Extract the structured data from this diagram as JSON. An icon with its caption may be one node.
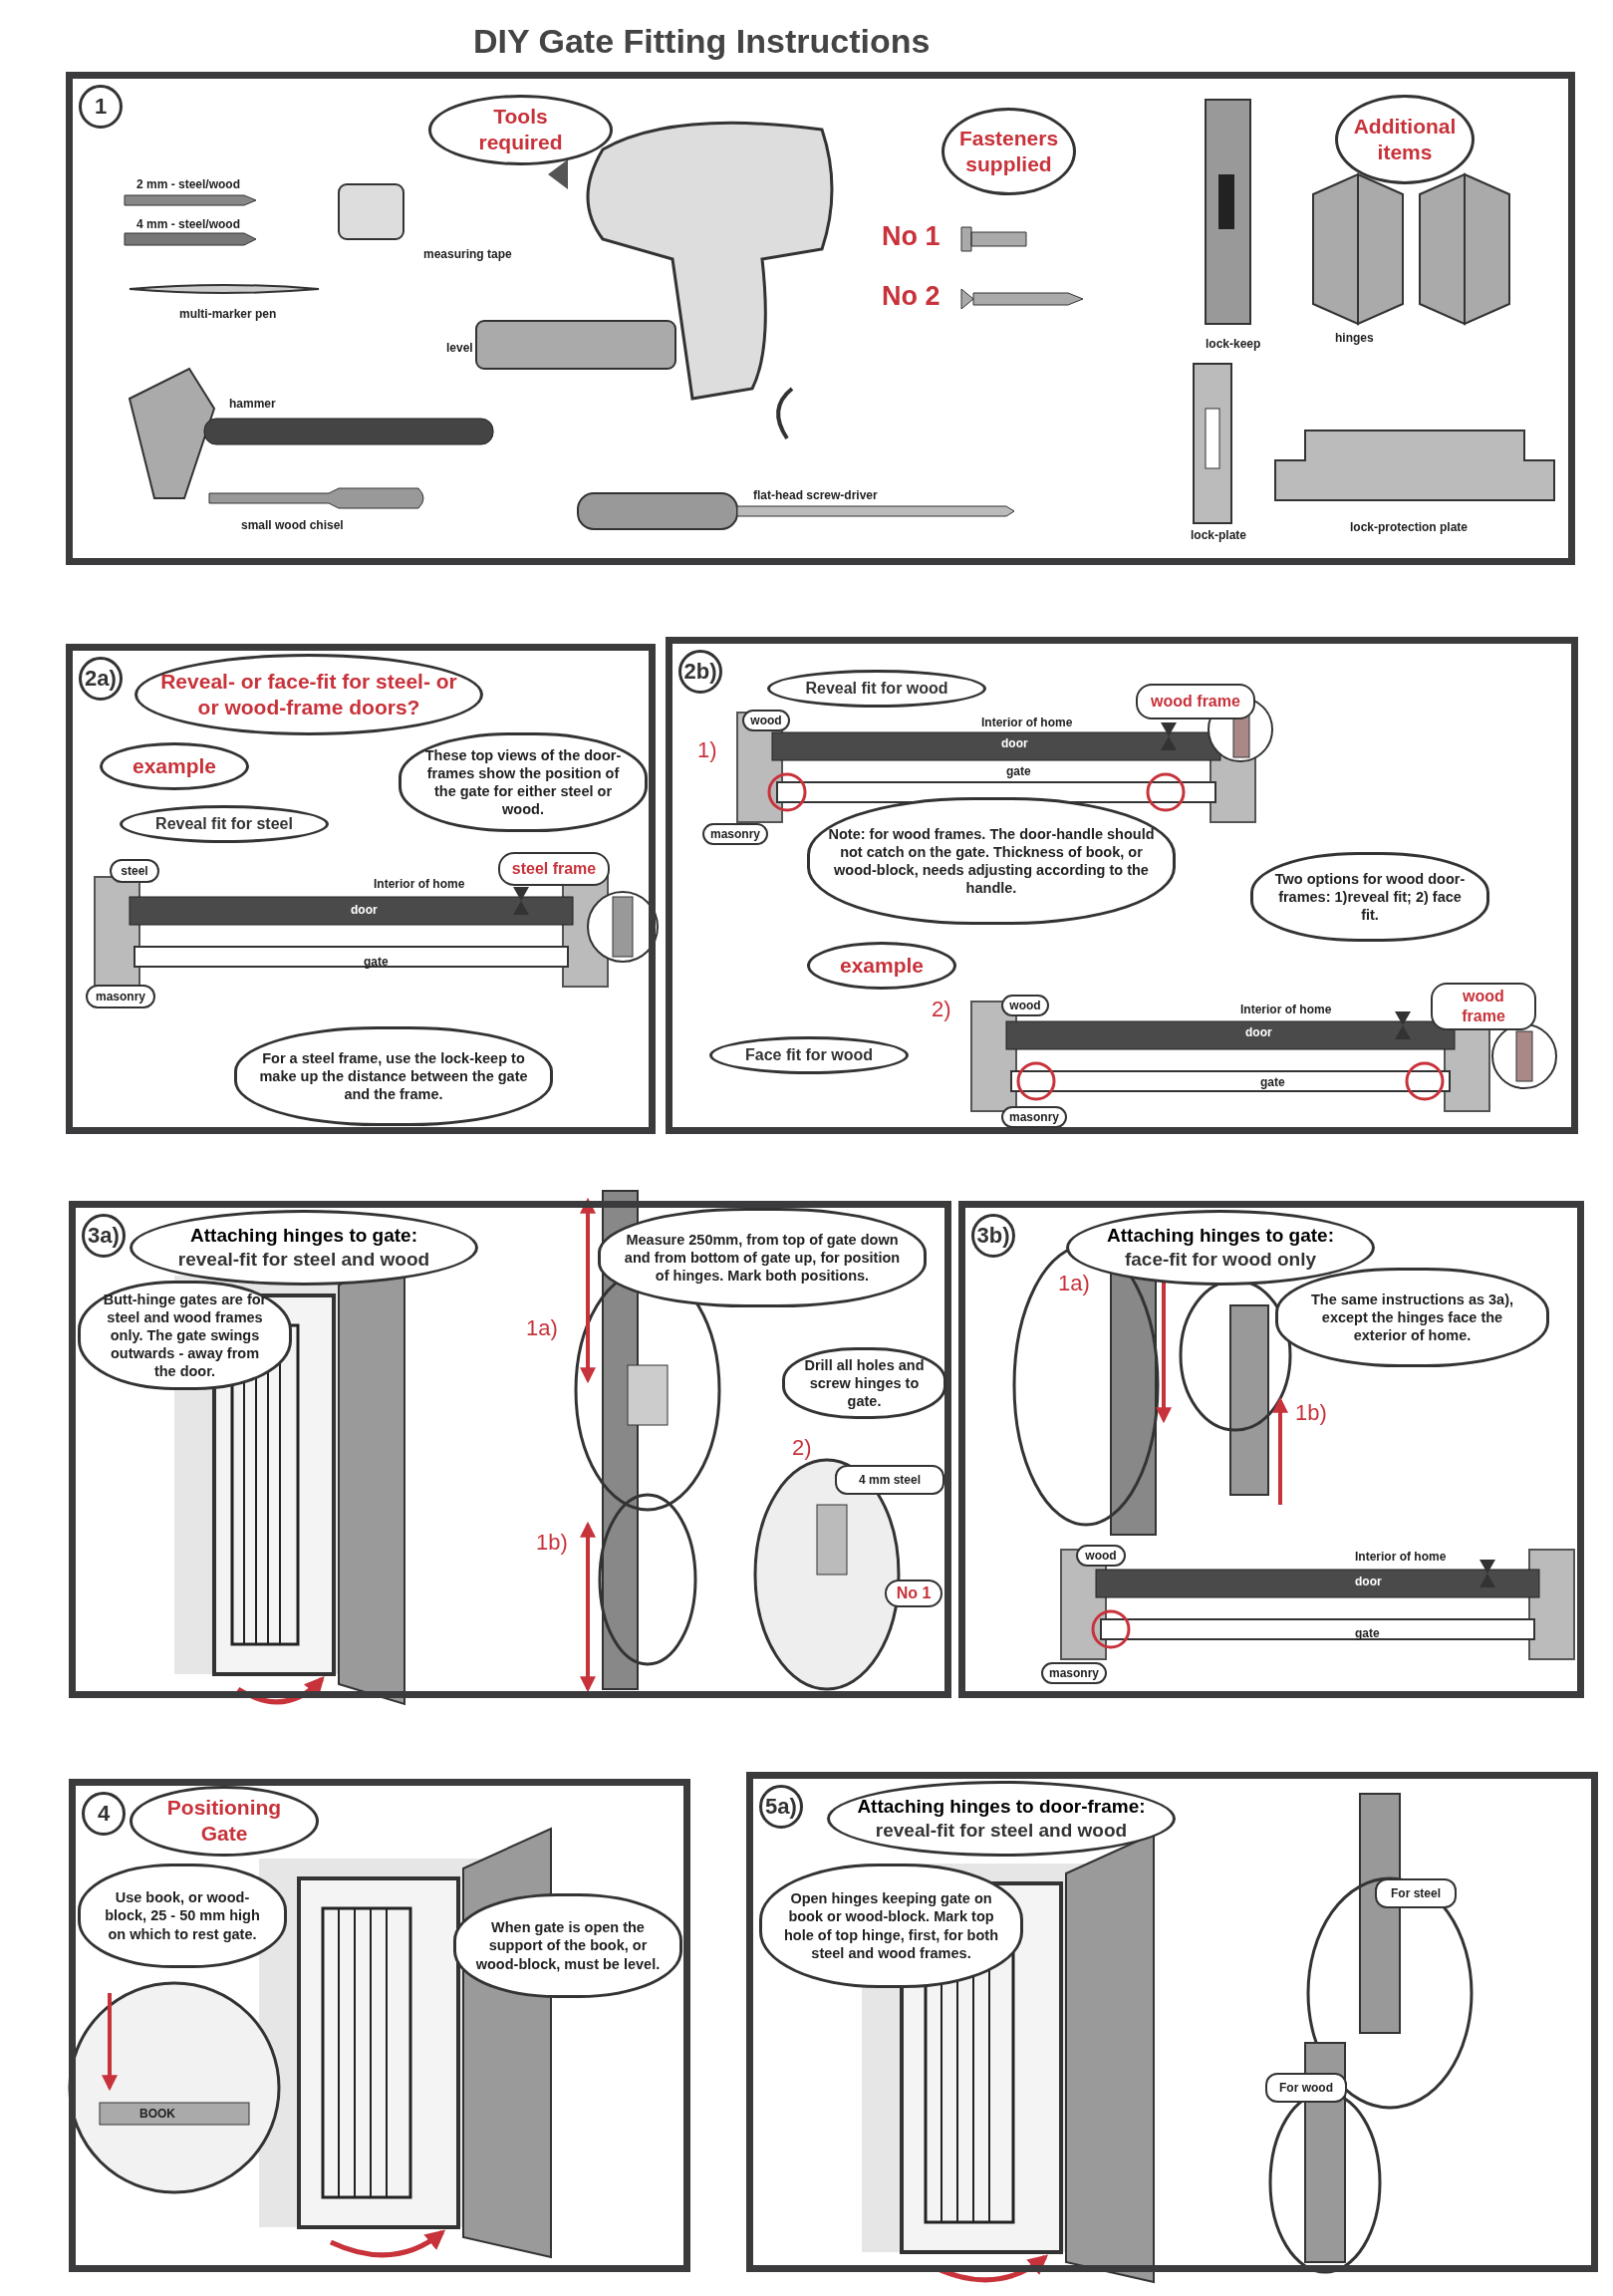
{
  "diagram": {
    "title": "DIY Gate Fitting Instructions",
    "nodes": [
      {
        "text": [
          "1"
        ]
      },
      {
        "text": [
          "Tools required"
        ],
        "in": 0
      },
      {
        "text": [
          "Fasteners supplied"
        ],
        "in": 0
      },
      {
        "text": [
          "Additional items"
        ],
        "in": 0
      },
      {
        "text": [
          "2a)"
        ]
      },
      {
        "text": [
          "Reveal- or face-fit for steel- or or wood-frame doors?"
        ],
        "in": 4
      },
      {
        "text": [
          "example"
        ],
        "in": 4
      },
      {
        "text": [
          "These top views of the door-frames show the position of the gate for either steel or wood."
        ],
        "in": 4
      },
      {
        "text": [
          "Reveal fit for steel"
        ],
        "in": 4
      },
      {
        "text": [
          "steel"
        ],
        "in": 4
      },
      {
        "text": [
          "steel frame"
        ],
        "in": 4
      },
      {
        "text": [
          "masonry"
        ],
        "in": 4
      },
      {
        "text": [
          "For a steel frame, use the lock-keep to make up the distance between the gate and the frame."
        ],
        "in": 4
      },
      {
        "text": [
          "2b)"
        ]
      },
      {
        "text": [
          "Reveal fit for wood"
        ],
        "in": 13
      },
      {
        "text": [
          "wood"
        ],
        "in": 13
      },
      {
        "text": [
          "wood frame"
        ],
        "in": 13
      },
      {
        "text": [
          "masonry"
        ],
        "in": 13
      },
      {
        "text": [
          "Note: for wood frames. The door-handle should not catch on the gate. Thickness of book, or wood-block, needs adjusting according to the handle."
        ],
        "in": 13
      },
      {
        "text": [
          "Two options for wood door-frames: 1)reveal fit; 2) face fit."
        ],
        "in": 13
      },
      {
        "text": [
          "example"
        ],
        "in": 13
      },
      {
        "text": [
          "Face fit for wood"
        ],
        "in": 13
      },
      {
        "text": [
          "wood"
        ],
        "in": 13
      },
      {
        "text": [
          "wood frame"
        ],
        "in": 13
      },
      {
        "text": [
          "masonry"
        ],
        "in": 13
      },
      {
        "text": [
          "3a)"
        ]
      },
      {
        "text": [
          "Attaching hinges to gate:",
          "reveal-fit for steel and wood"
        ],
        "in": 25
      },
      {
        "text": [
          "Butt-hinge gates are for steel and wood frames only. The gate swings outwards - away from the door."
        ],
        "in": 25
      },
      {
        "text": [
          "Measure 250mm, from top of gate down and from bottom of gate up, for position of hinges. Mark both positions."
        ],
        "in": 25
      },
      {
        "text": [
          "Drill all holes and screw hinges to gate."
        ],
        "in": 25
      },
      {
        "text": [
          "4 mm steel"
        ],
        "in": 25
      },
      {
        "text": [
          "No 1"
        ],
        "in": 25
      },
      {
        "text": [
          "3b)"
        ]
      },
      {
        "text": [
          "Attaching hinges to gate:",
          "face-fit for wood only"
        ],
        "in": 32
      },
      {
        "text": [
          "The same instructions as 3a), except the hinges face the exterior of home."
        ],
        "in": 32
      },
      {
        "text": [
          "wood"
        ],
        "in": 32
      },
      {
        "text": [
          "masonry"
        ],
        "in": 32
      },
      {
        "text": [
          "4"
        ]
      },
      {
        "text": [
          "Positioning Gate"
        ],
        "in": 37
      },
      {
        "text": [
          "Use book, or wood-block, 25 - 50 mm high on which to rest gate."
        ],
        "in": 37
      },
      {
        "text": [
          "When gate is open the support of the book, or wood-block, must be level."
        ],
        "in": 37
      },
      {
        "text": [
          "5a)"
        ]
      },
      {
        "text": [
          "Attaching hinges to door-frame:",
          "reveal-fit for steel and wood"
        ],
        "in": 41
      },
      {
        "text": [
          "Open hinges keeping gate on book or wood-block. Mark top hole of top hinge, first, for both steel and wood frames."
        ],
        "in": 41
      },
      {
        "text": [
          "For steel"
        ],
        "in": 41
      },
      {
        "text": [
          "For wood"
        ],
        "in": 41
      }
    ],
    "labels": [
      "2 mm - steel/wood",
      "4 mm - steel/wood",
      "measuring tape",
      "multi-marker pen",
      "level",
      "hammer",
      "small wood chisel",
      "flat-head screw-driver",
      "No 1",
      "No 2",
      "lock-keep",
      "hinges",
      "lock-plate",
      "lock-protection plate",
      "Interior of home",
      "door",
      "gate",
      "1)",
      "Interior of home",
      "door",
      "gate",
      "2)",
      "Interior of home",
      "door",
      "gate",
      "1a)",
      "1b)",
      "2)",
      "1a)",
      "1b)",
      "Interior of home",
      "door",
      "gate",
      "BOOK"
    ]
  }
}
